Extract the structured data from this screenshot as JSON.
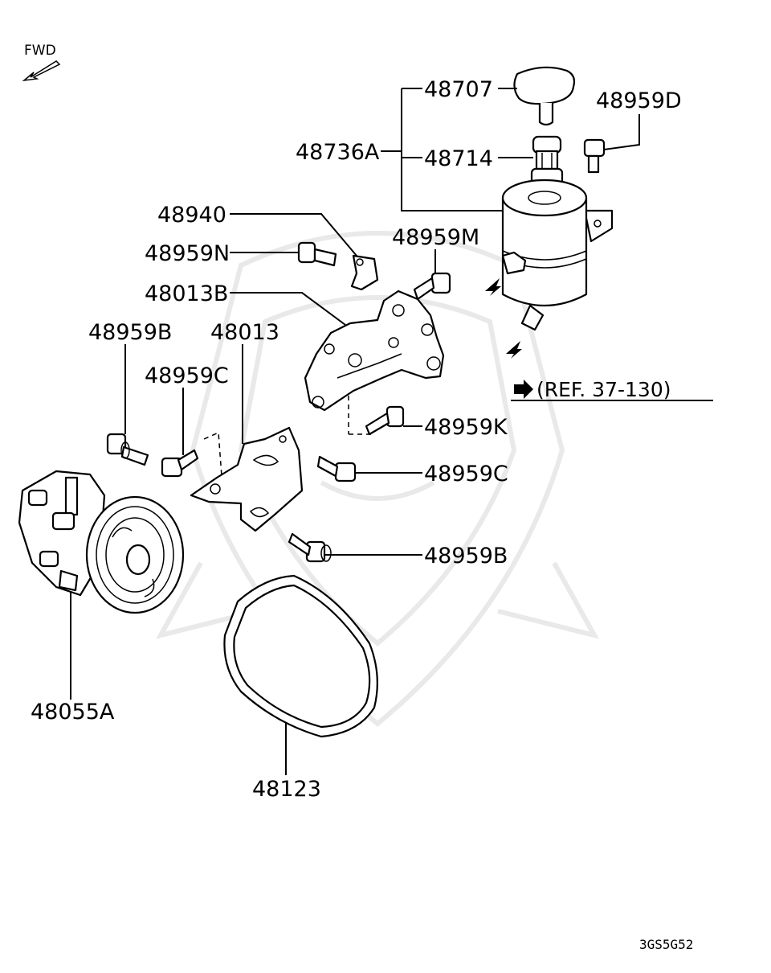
{
  "direction_label": "FWD",
  "reference": "(REF. 37-130)",
  "drawing_code": "3GS5G52",
  "parts": {
    "p48707": "48707",
    "p48959D": "48959D",
    "p48736A": "48736A",
    "p48714": "48714",
    "p48940": "48940",
    "p48959M": "48959M",
    "p48959N": "48959N",
    "p48013B": "48013B",
    "p48959B_top": "48959B",
    "p48013": "48013",
    "p48959C_left": "48959C",
    "p48959K": "48959K",
    "p48959C_right": "48959C",
    "p48959B_right": "48959B",
    "p48055A": "48055A",
    "p48123": "48123"
  },
  "colors": {
    "line": "#000000",
    "background": "#ffffff",
    "watermark": "#e9e9e9"
  }
}
